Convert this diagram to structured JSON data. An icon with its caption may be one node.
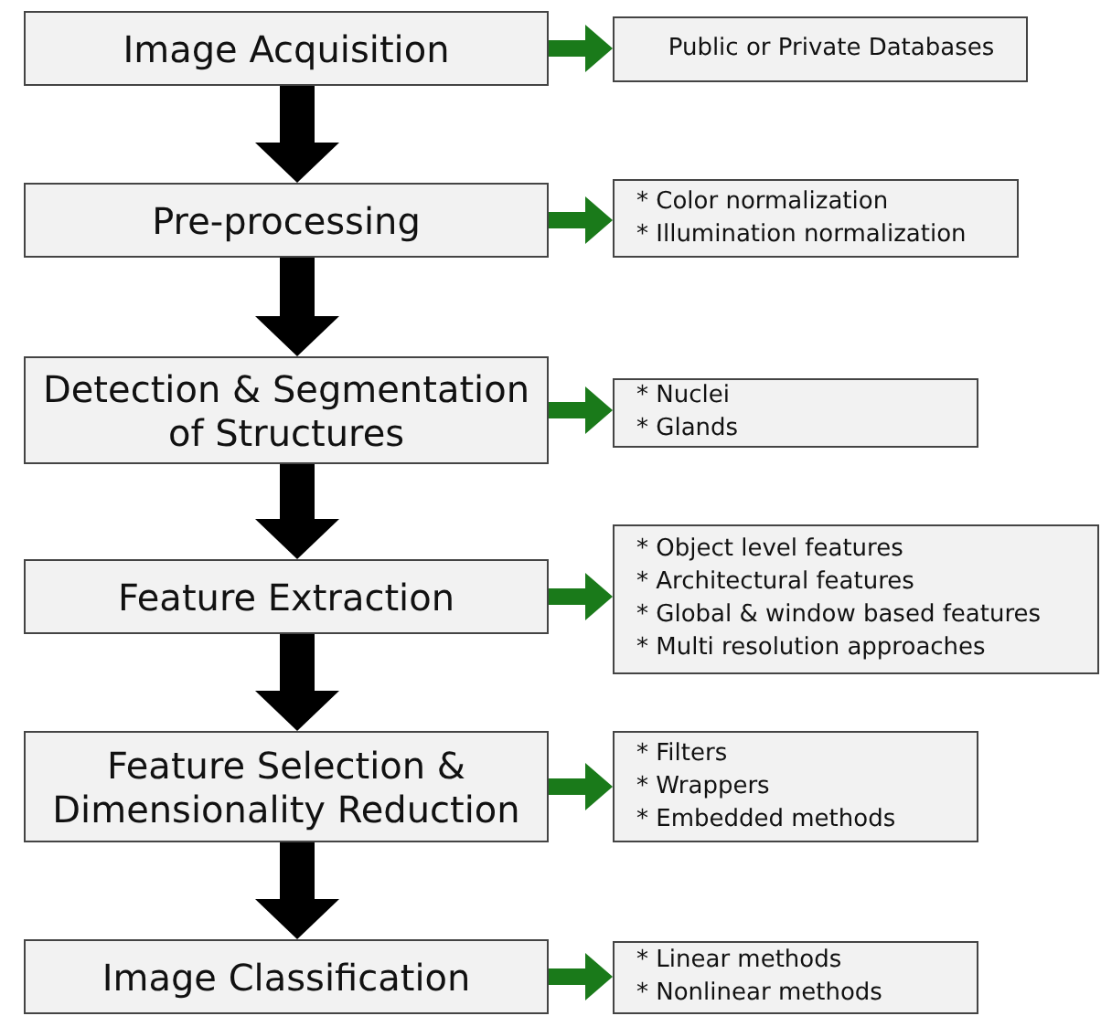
{
  "diagram": {
    "nodes": [
      {
        "text": [
          "Image Acquisition"
        ]
      },
      {
        "text": [
          "Public or Private Databases"
        ]
      },
      {
        "text": [
          "Pre-processing"
        ]
      },
      {
        "text": [
          "* Color normalization",
          "* Illumination normalization"
        ]
      },
      {
        "text": [
          "Detection & Segmentation of Structures"
        ]
      },
      {
        "text": [
          "* Nuclei",
          "* Glands"
        ]
      },
      {
        "text": [
          "Feature Extraction"
        ]
      },
      {
        "text": [
          "* Object level features",
          "* Architectural features",
          "* Global & window based features",
          "* Multi resolution approaches"
        ]
      },
      {
        "text": [
          "Feature Selection & Dimensionality Reduction"
        ]
      },
      {
        "text": [
          "* Filters",
          "* Wrappers",
          "* Embedded methods"
        ]
      },
      {
        "text": [
          "Image Classification"
        ]
      },
      {
        "text": [
          "* Linear methods",
          "* Nonlinear methods"
        ]
      }
    ],
    "edges": [
      {
        "from": 0,
        "to": 1,
        "arrow": "to",
        "color": "#1a7a1a"
      },
      {
        "from": 0,
        "to": 2,
        "arrow": "to",
        "style": "thick",
        "color": "#000000"
      },
      {
        "from": 2,
        "to": 3,
        "arrow": "to",
        "color": "#1a7a1a"
      },
      {
        "from": 2,
        "to": 4,
        "arrow": "to",
        "style": "thick",
        "color": "#000000"
      },
      {
        "from": 4,
        "to": 5,
        "arrow": "to",
        "color": "#1a7a1a"
      },
      {
        "from": 4,
        "to": 6,
        "arrow": "to",
        "style": "thick",
        "color": "#000000"
      },
      {
        "from": 6,
        "to": 7,
        "arrow": "to",
        "color": "#1a7a1a"
      },
      {
        "from": 6,
        "to": 8,
        "arrow": "to",
        "style": "thick",
        "color": "#000000"
      },
      {
        "from": 8,
        "to": 9,
        "arrow": "to",
        "color": "#1a7a1a"
      },
      {
        "from": 8,
        "to": 10,
        "arrow": "to",
        "style": "thick",
        "color": "#000000"
      },
      {
        "from": 10,
        "to": 11,
        "arrow": "to",
        "color": "#1a7a1a"
      }
    ]
  }
}
